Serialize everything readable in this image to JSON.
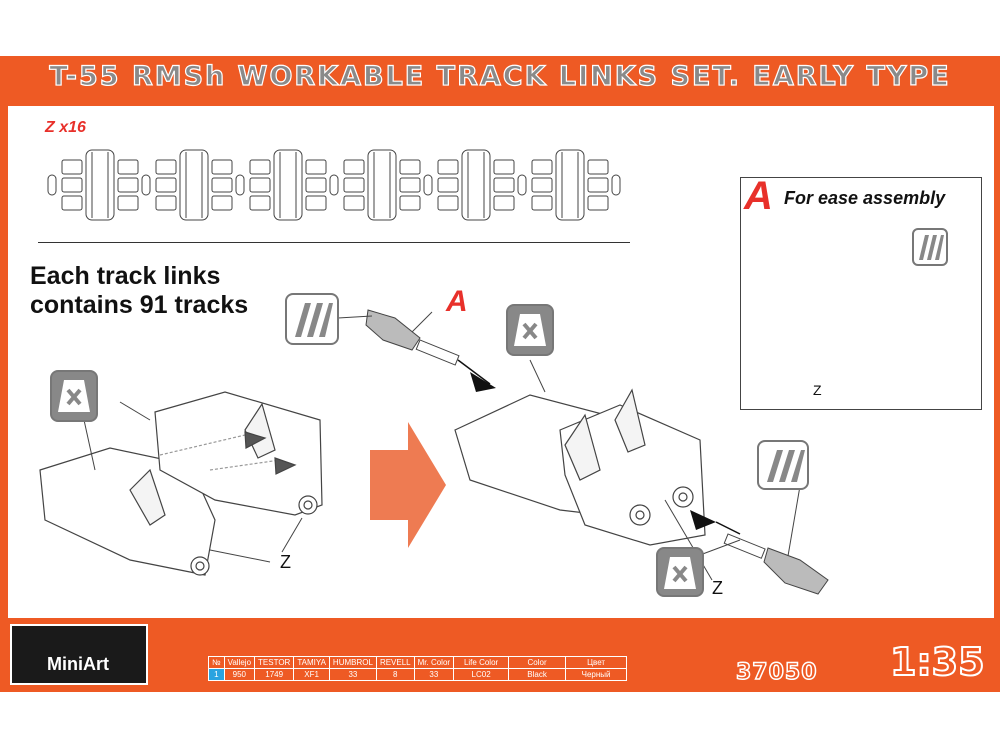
{
  "header": {
    "title": "T-55 RMSh WORKABLE TRACK LINKS SET. EARLY TYPE"
  },
  "sprue": {
    "label": "Z x16"
  },
  "note": {
    "line1": "Each track links",
    "line2": "contains 91 tracks"
  },
  "callouts": {
    "part_a": "A",
    "part_z": "Z"
  },
  "inset": {
    "letter": "A",
    "title": "For ease assembly",
    "part_z": "Z"
  },
  "icons": {
    "glue": "liquid-cement-icon",
    "no_glue": "no-glue-icon",
    "step_arrow": "orange-step-arrow"
  },
  "colors": {
    "brand_orange": "#ee5a24",
    "accent_red": "#e8302a",
    "paint_index_blue": "#29a3e0"
  },
  "footer": {
    "brand": "MiniArt",
    "product_code": "37050",
    "scale": "1:35",
    "paint_table": {
      "headers": [
        "№",
        "Vallejo",
        "TESTOR",
        "TAMIYA",
        "HUMBROL",
        "REVELL",
        "Mr. Color",
        "Life Color",
        "Color",
        "Цвет"
      ],
      "rows": [
        [
          "1",
          "950",
          "1749",
          "XF1",
          "33",
          "8",
          "33",
          "LC02",
          "Black",
          "Черный"
        ]
      ]
    }
  }
}
